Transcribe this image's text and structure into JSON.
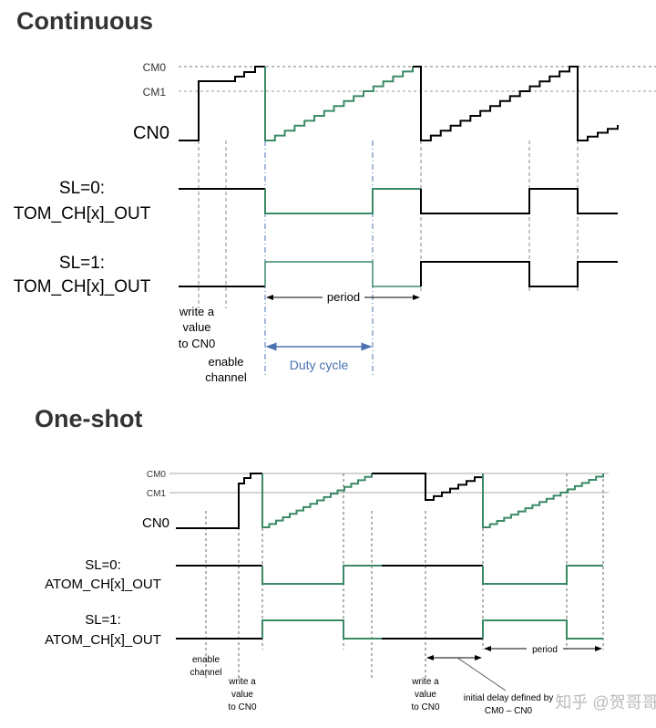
{
  "continuous": {
    "title": "Continuous",
    "cm0": "CM0",
    "cm1": "CM1",
    "cn0": "CN0",
    "sl0": "SL=0:",
    "sl0_out": "TOM_CH[x]_OUT",
    "sl1": "SL=1:",
    "sl1_out": "TOM_CH[x]_OUT",
    "period": "period",
    "duty": "Duty cycle",
    "write": [
      "write a",
      "value",
      "to CN0"
    ],
    "enable": [
      "enable",
      "channel"
    ]
  },
  "oneshot": {
    "title": "One-shot",
    "cm0": "CM0",
    "cm1": "CM1",
    "cn0": "CN0",
    "sl0": "SL=0:",
    "sl0_out": "ATOM_CH[x]_OUT",
    "sl1": "SL=1:",
    "sl1_out": "ATOM_CH[x]_OUT",
    "period": "period",
    "enable": [
      "enable",
      "channel"
    ],
    "write1": [
      "write a",
      "value",
      "to CN0"
    ],
    "write2": [
      "write a",
      "value",
      "to CN0"
    ],
    "initial": [
      "initial delay defined by",
      "CM0 – CN0"
    ]
  },
  "watermark": "知乎 @贺哥哥",
  "colors": {
    "black": "#000000",
    "green": "#3a8a66",
    "blue": "#4a72b0",
    "guide": "#999999"
  }
}
